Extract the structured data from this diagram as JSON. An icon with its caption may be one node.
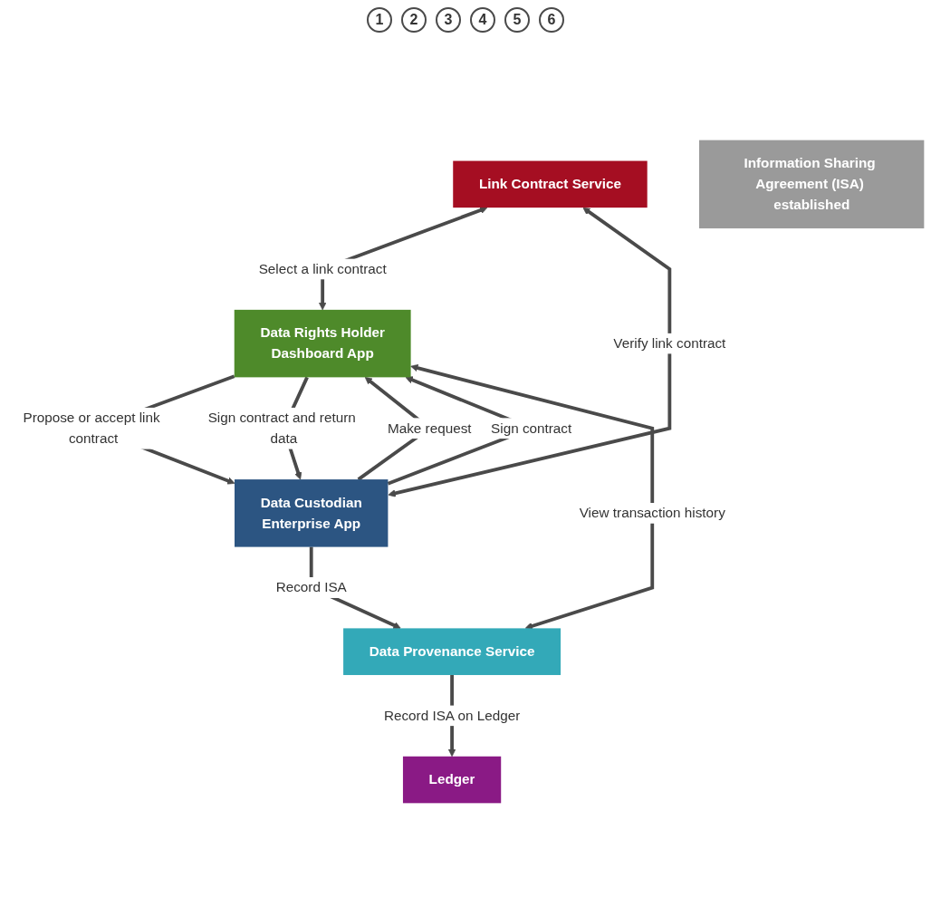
{
  "diagram": {
    "nodes": [
      {
        "text": [
          "Link Contract Service"
        ]
      },
      {
        "text": [
          "Data Custodian",
          "Enterprise App"
        ]
      },
      {
        "text": [
          "Data Rights Holder",
          "Dashboard App"
        ]
      },
      {
        "text": [
          "Information Sharing Agreement (ISA) established"
        ]
      },
      {
        "text": [
          "Data Provenance Service"
        ]
      },
      {
        "text": [
          "Ledger"
        ]
      }
    ],
    "edges": [
      {
        "from": 1,
        "to": 0,
        "arrow": "both",
        "label": "Verify link contract"
      },
      {
        "from": 0,
        "to": 2,
        "arrow": "both",
        "label": "Select a link contract"
      },
      {
        "from": 1,
        "to": 2,
        "arrow": "to",
        "label": "Make request"
      },
      {
        "from": 2,
        "to": 1,
        "arrow": "to",
        "label": "Propose or accept link contract"
      },
      {
        "from": 1,
        "to": 2,
        "arrow": "to",
        "label": "Sign contract"
      },
      {
        "from": 2,
        "to": 1,
        "arrow": "to",
        "label": "Sign contract and return data"
      },
      {
        "from": 1,
        "to": 4,
        "arrow": "to",
        "label": "Record ISA"
      },
      {
        "from": 4,
        "to": 2,
        "arrow": "both",
        "label": "View transaction history"
      },
      {
        "from": 4,
        "to": 5,
        "arrow": "to",
        "label": "Record ISA on Ledger"
      }
    ],
    "labels": [
      "1",
      "2",
      "3",
      "4",
      "5",
      "6"
    ]
  }
}
